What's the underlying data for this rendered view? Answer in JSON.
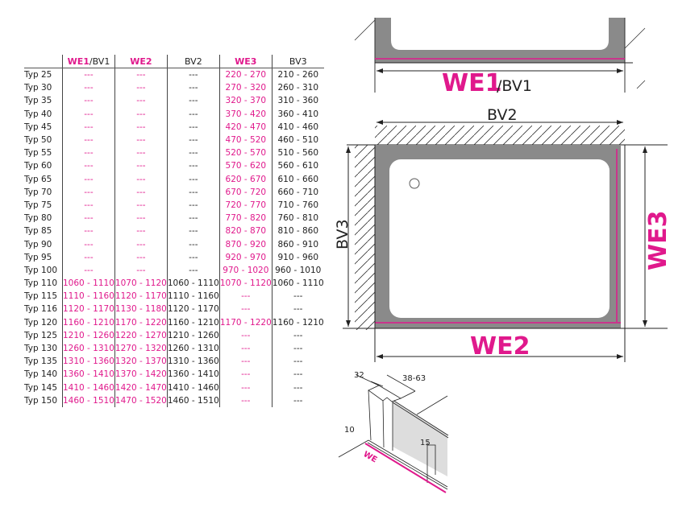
{
  "table": {
    "headers": {
      "we1": "WE1",
      "bv1": "/BV1",
      "we2": "WE2",
      "bv2": "BV2",
      "we3": "WE3",
      "bv3": "BV3"
    },
    "rows": [
      [
        "Typ 25",
        "---",
        "---",
        "---",
        "220 - 270",
        "210 - 260"
      ],
      [
        "Typ 30",
        "---",
        "---",
        "---",
        "270 - 320",
        "260 - 310"
      ],
      [
        "Typ 35",
        "---",
        "---",
        "---",
        "320 - 370",
        "310 - 360"
      ],
      [
        "Typ 40",
        "---",
        "---",
        "---",
        "370 - 420",
        "360 - 410"
      ],
      [
        "Typ 45",
        "---",
        "---",
        "---",
        "420 - 470",
        "410 - 460"
      ],
      [
        "Typ 50",
        "---",
        "---",
        "---",
        "470 - 520",
        "460 - 510"
      ],
      [
        "Typ 55",
        "---",
        "---",
        "---",
        "520 - 570",
        "510 - 560"
      ],
      [
        "Typ 60",
        "---",
        "---",
        "---",
        "570 - 620",
        "560 - 610"
      ],
      [
        "Typ 65",
        "---",
        "---",
        "---",
        "620 - 670",
        "610 - 660"
      ],
      [
        "Typ 70",
        "---",
        "---",
        "---",
        "670 - 720",
        "660 - 710"
      ],
      [
        "Typ 75",
        "---",
        "---",
        "---",
        "720 - 770",
        "710 - 760"
      ],
      [
        "Typ 80",
        "---",
        "---",
        "---",
        "770 - 820",
        "760 - 810"
      ],
      [
        "Typ 85",
        "---",
        "---",
        "---",
        "820 - 870",
        "810 - 860"
      ],
      [
        "Typ 90",
        "---",
        "---",
        "---",
        "870 - 920",
        "860 - 910"
      ],
      [
        "Typ 95",
        "---",
        "---",
        "---",
        "920 - 970",
        "910 - 960"
      ],
      [
        "Typ 100",
        "---",
        "---",
        "---",
        "970 - 1020",
        "960 - 1010"
      ],
      [
        "Typ 110",
        "1060 - 1110",
        "1070 - 1120",
        "1060 - 1110",
        "1070 - 1120",
        "1060 - 1110"
      ],
      [
        "Typ 115",
        "1110 - 1160",
        "1120 - 1170",
        "1110 - 1160",
        "---",
        "---"
      ],
      [
        "Typ 116",
        "1120 - 1170",
        "1130 - 1180",
        "1120 - 1170",
        "---",
        "---"
      ],
      [
        "Typ 120",
        "1160 - 1210",
        "1170 - 1220",
        "1160 - 1210",
        "1170 - 1220",
        "1160 - 1210"
      ],
      [
        "Typ 125",
        "1210 - 1260",
        "1220 - 1270",
        "1210 - 1260",
        "---",
        "---"
      ],
      [
        "Typ 130",
        "1260 - 1310",
        "1270 - 1320",
        "1260 - 1310",
        "---",
        "---"
      ],
      [
        "Typ 135",
        "1310 - 1360",
        "1320 - 1370",
        "1310 - 1360",
        "---",
        "---"
      ],
      [
        "Typ 140",
        "1360 - 1410",
        "1370 - 1420",
        "1360 - 1410",
        "---",
        "---"
      ],
      [
        "Typ 145",
        "1410 - 1460",
        "1420 - 1470",
        "1410 - 1460",
        "---",
        "---"
      ],
      [
        "Typ 150",
        "1460 - 1510",
        "1470 - 1520",
        "1460 - 1510",
        "---",
        "---"
      ]
    ]
  },
  "diagram": {
    "we1": "WE1",
    "bv1": "/BV1",
    "bv2": "BV2",
    "bv3": "BV3",
    "we3": "WE3",
    "we2": "WE2",
    "detail": {
      "d32": "32",
      "d3863": "38-63",
      "d10": "10",
      "d15": "15",
      "we": "WE"
    }
  },
  "colors": {
    "accent": "#e0198c",
    "tray": "#8a8a8a"
  }
}
